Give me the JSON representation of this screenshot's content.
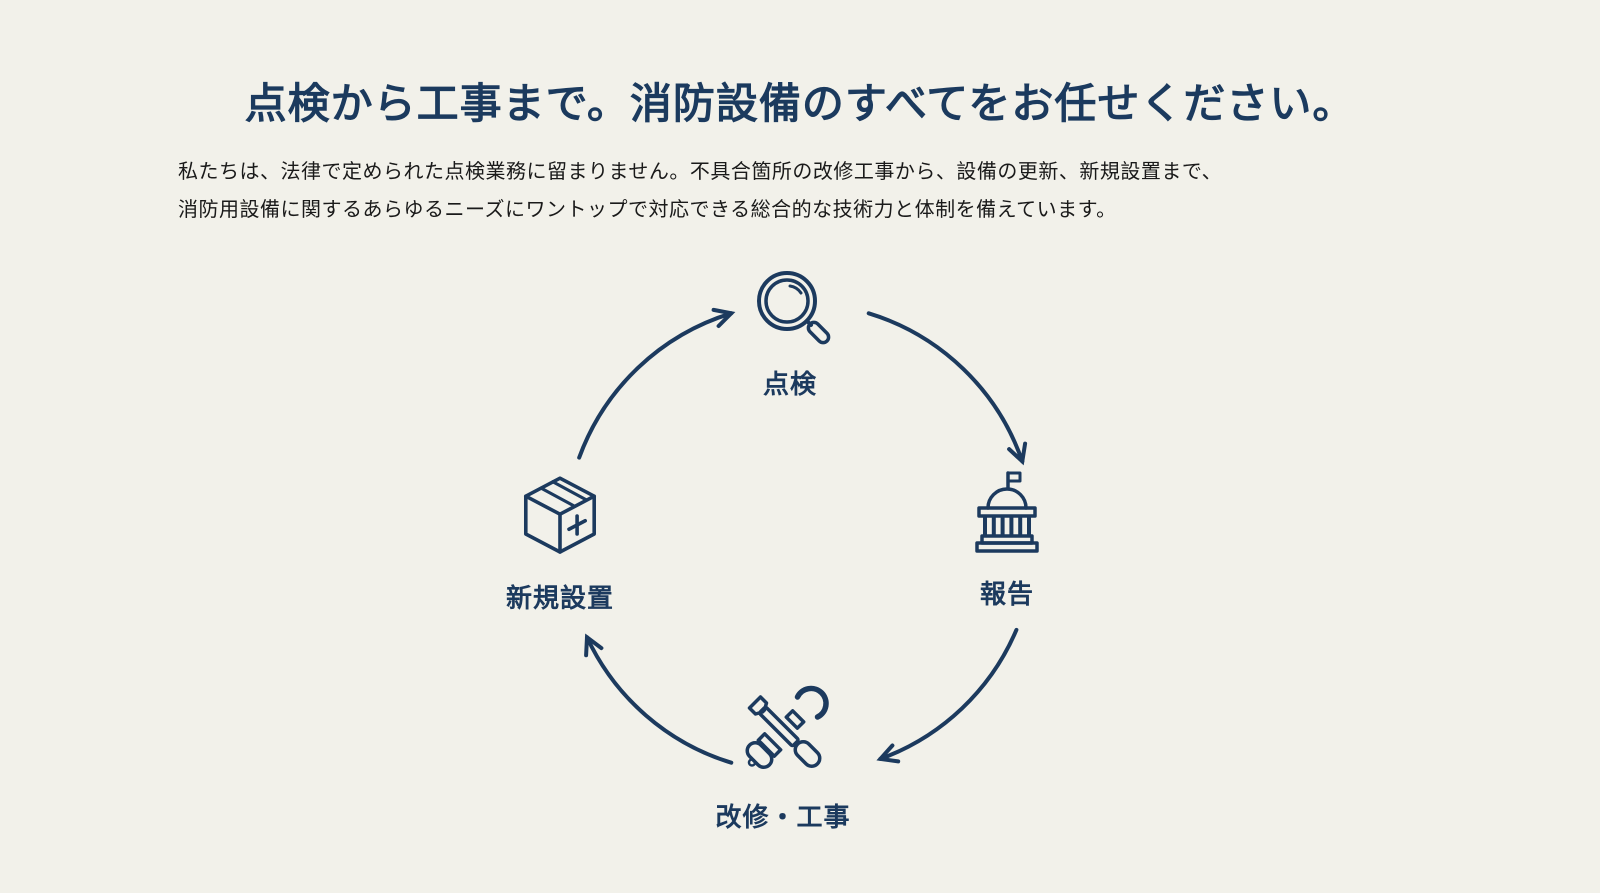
{
  "page": {
    "background_color": "#f2f1ea",
    "accent_navy": "#1c3a5e",
    "text_color": "#1a1a1a"
  },
  "header": {
    "title": "点検から工事まで。消防設備のすべてをお任せください。"
  },
  "intro": {
    "line1": "私たちは、法律で定められた点検業務に留まりません。不具合箇所の改修工事から、設備の更新、新規設置まで、",
    "line2": "消防用設備に関するあらゆるニーズにワントップで対応できる総合的な技術力と体制を備えています。"
  },
  "cycle": {
    "direction": "clockwise",
    "steps": [
      {
        "label": "点検",
        "icon": "magnifier-icon",
        "position": "top"
      },
      {
        "label": "報告",
        "icon": "government-building-icon",
        "position": "right"
      },
      {
        "label": "改修・工事",
        "icon": "tools-icon",
        "position": "bottom"
      },
      {
        "label": "新規設置",
        "icon": "box-plus-icon",
        "position": "left"
      }
    ]
  }
}
